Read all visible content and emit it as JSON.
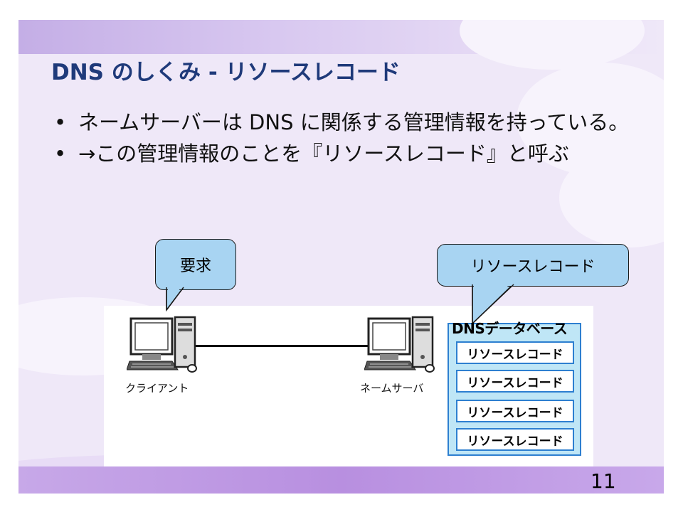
{
  "slide": {
    "title": "DNS のしくみ - リソースレコード",
    "bullets": [
      "ネームサーバーは DNS に関係する管理情報を持っている。",
      "→この管理情報のことを『リソースレコード』と呼ぶ"
    ],
    "bullet_marker": "•",
    "page_number": "11"
  },
  "diagram": {
    "callout_request": "要求",
    "callout_resource": "リソースレコード",
    "client_label": "クライアント",
    "server_label": "ネームサーバ",
    "database": {
      "title": "DNSデータベース",
      "records": [
        "リソースレコード",
        "リソースレコード",
        "リソースレコード",
        "リソースレコード"
      ]
    },
    "colors": {
      "callout_fill": "#a8d4f2",
      "database_fill": "#bfe6f6",
      "database_border": "#2d7fd0",
      "title_color": "#1f3a7a"
    }
  }
}
